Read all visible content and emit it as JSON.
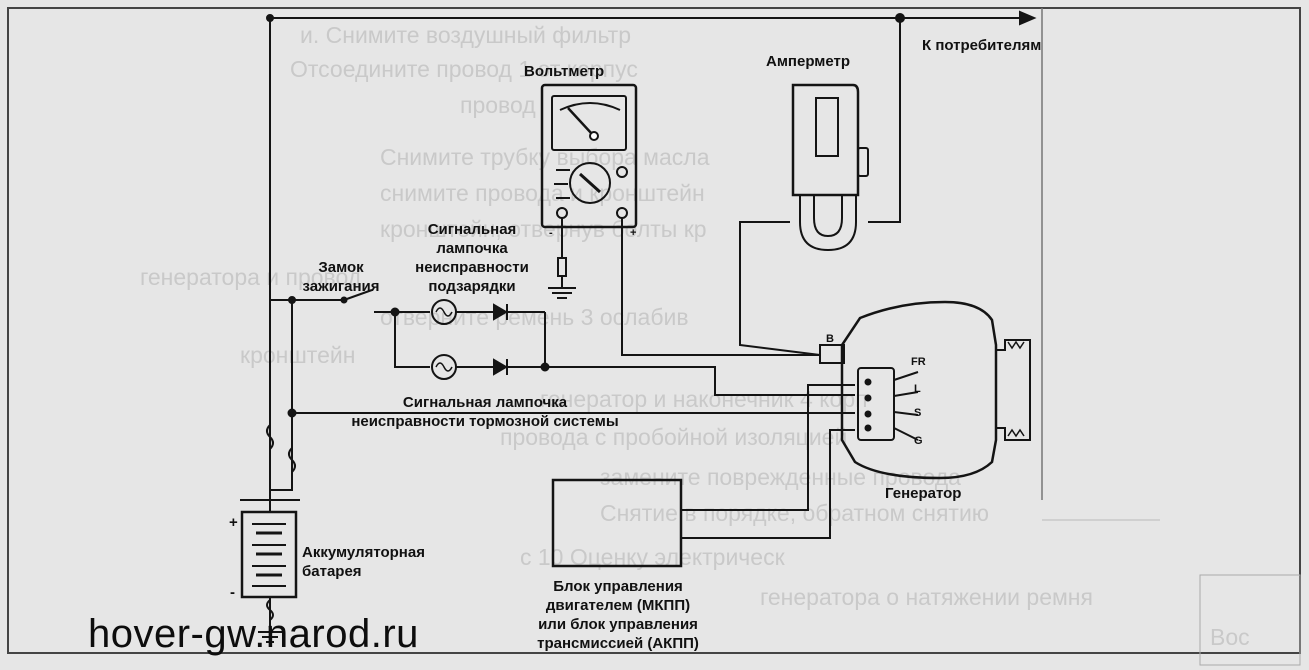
{
  "background_text": [
    "и. Снимите воздушный фильтр",
    "Отсоедините провод 1 от корпус",
    "провод",
    "Снимите трубку выбора масла",
    "снимите провода и кронштейн",
    "кронштейн, отвернув болты кр",
    "генератора и провод",
    "отверните ремень 3 ослабив",
    "кронштейн",
    "генератор и наконечник 4 корп",
    "провода с пробойной изоляцией",
    "замените поврежденные провода",
    "Снятие в порядке, обратном снятию",
    "с 10 Оценку электрическ",
    "генератора о натяжении ремня",
    "Вос"
  ],
  "labels": {
    "voltmeter": "Вольтметр",
    "ammeter": "Амперметр",
    "to_consumers": "К потребителям",
    "charge_lamp": [
      "Сигнальная",
      "лампочка",
      "неисправности",
      "подзарядки"
    ],
    "ignition": [
      "Замок",
      "зажигания"
    ],
    "brake_lamp": [
      "Сигнальная лампочка",
      "неисправности тормозной системы"
    ],
    "generator": "Генератор",
    "battery": [
      "Аккумуляторная",
      "батарея"
    ],
    "ecu": [
      "Блок управления",
      "двигателем (МКПП)",
      "или блок управления",
      "трансмиссией (АКПП)"
    ]
  },
  "terminals": {
    "b": "B",
    "fr": "FR",
    "l": "L",
    "s": "S",
    "g": "G"
  },
  "polarity": {
    "plus": "+",
    "minus": "-"
  },
  "watermark": "hover-gw.narod.ru"
}
